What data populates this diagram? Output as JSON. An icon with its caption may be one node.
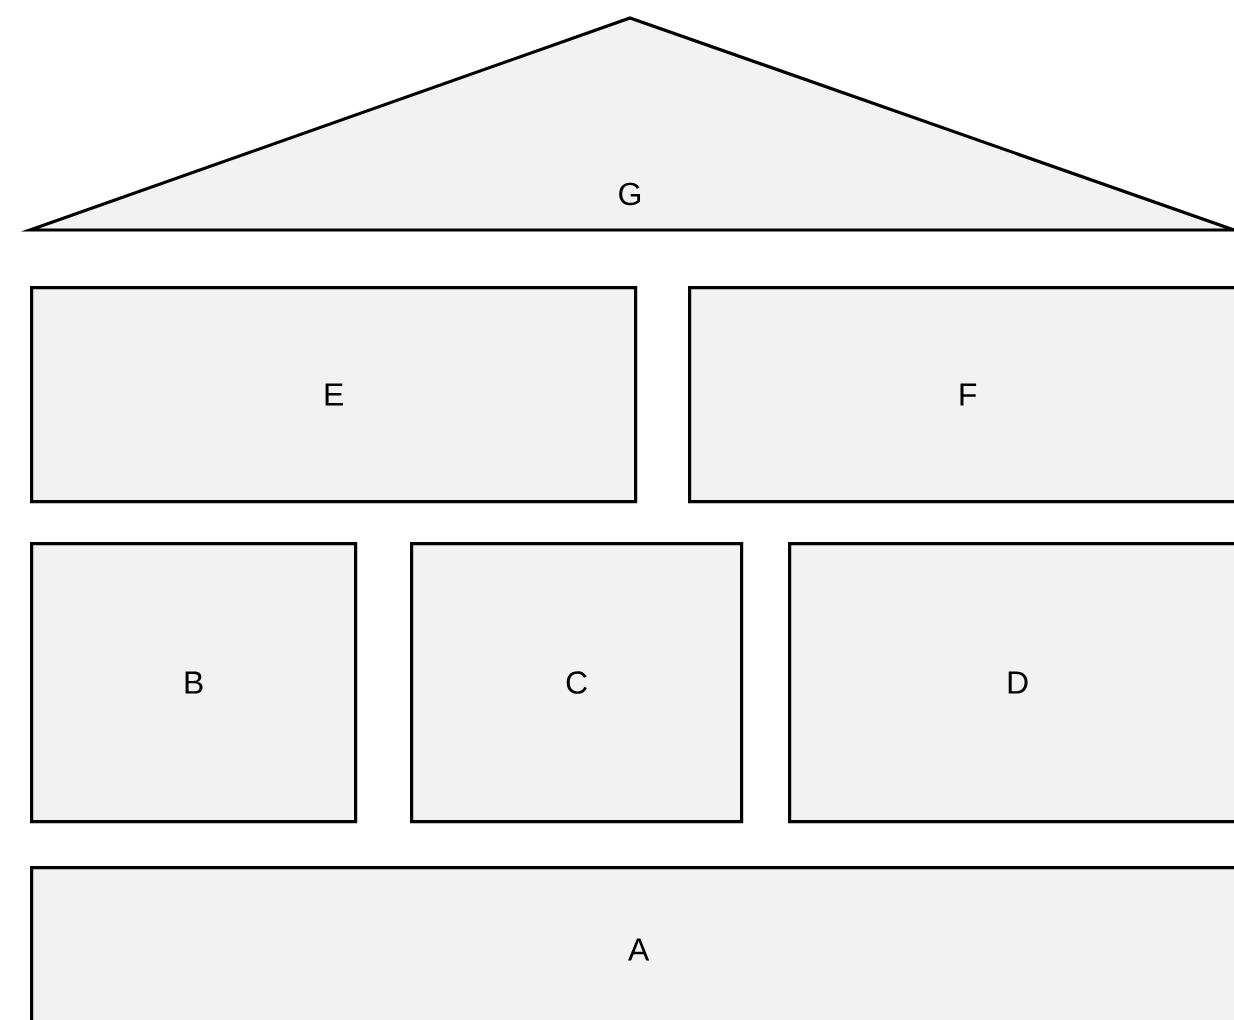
{
  "diagram": {
    "nodes": [
      {
        "text": [
          "G"
        ]
      },
      {
        "text": [
          "E"
        ]
      },
      {
        "text": [
          "F"
        ]
      },
      {
        "text": [
          "B"
        ]
      },
      {
        "text": [
          "C"
        ]
      },
      {
        "text": [
          "D"
        ]
      },
      {
        "text": [
          "A"
        ]
      }
    ]
  }
}
